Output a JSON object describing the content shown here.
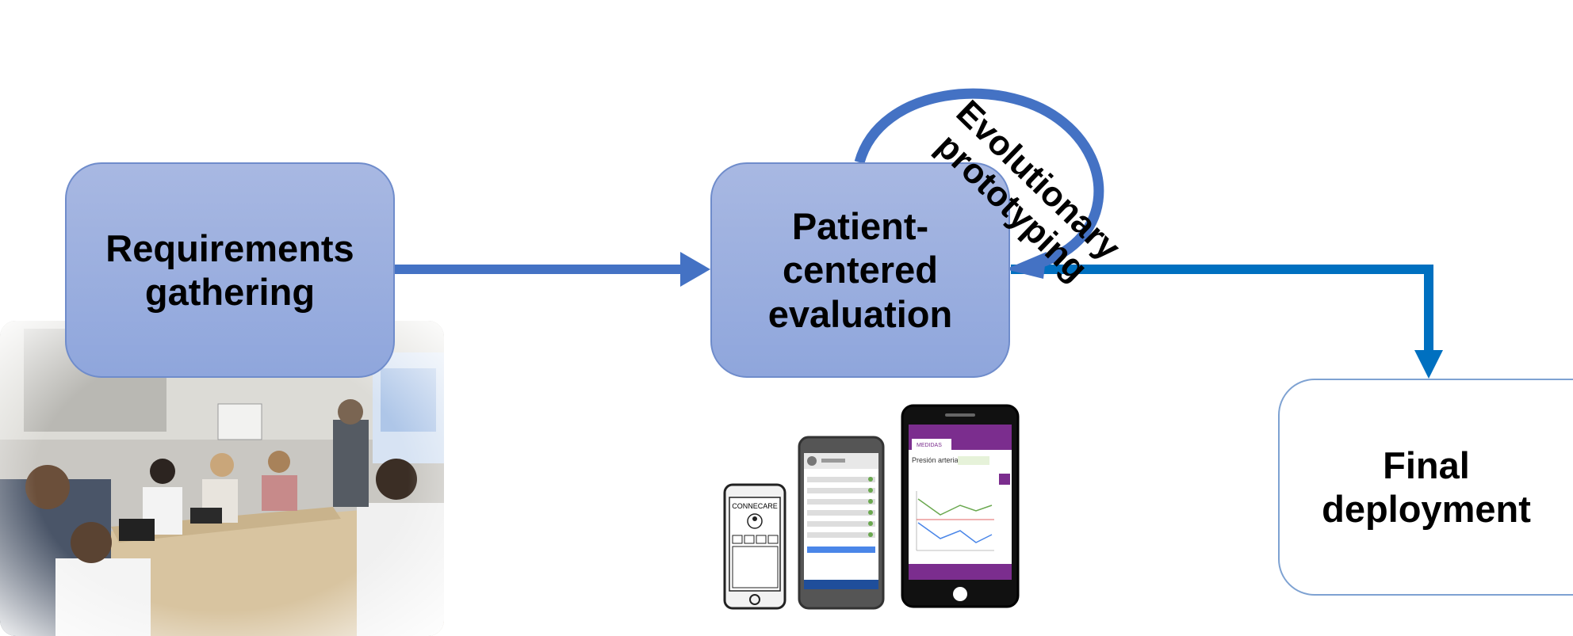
{
  "diagram": {
    "steps": [
      {
        "id": "requirements",
        "label": "Requirements\ngathering"
      },
      {
        "id": "evaluation",
        "label": "Patient-\ncentered\nevaluation"
      },
      {
        "id": "deployment",
        "label": "Final\ndeployment"
      }
    ],
    "loop_label": "Evolutionary\nprototyping",
    "colors": {
      "box_fill": "#9aafdf",
      "arrow": "#4472c4",
      "arrow_right": "#0070c0"
    }
  },
  "phones": {
    "small_app_title": "CONNECARE",
    "tablet_header": "MEDIDAS",
    "tablet_metric": "Presión arterial"
  }
}
